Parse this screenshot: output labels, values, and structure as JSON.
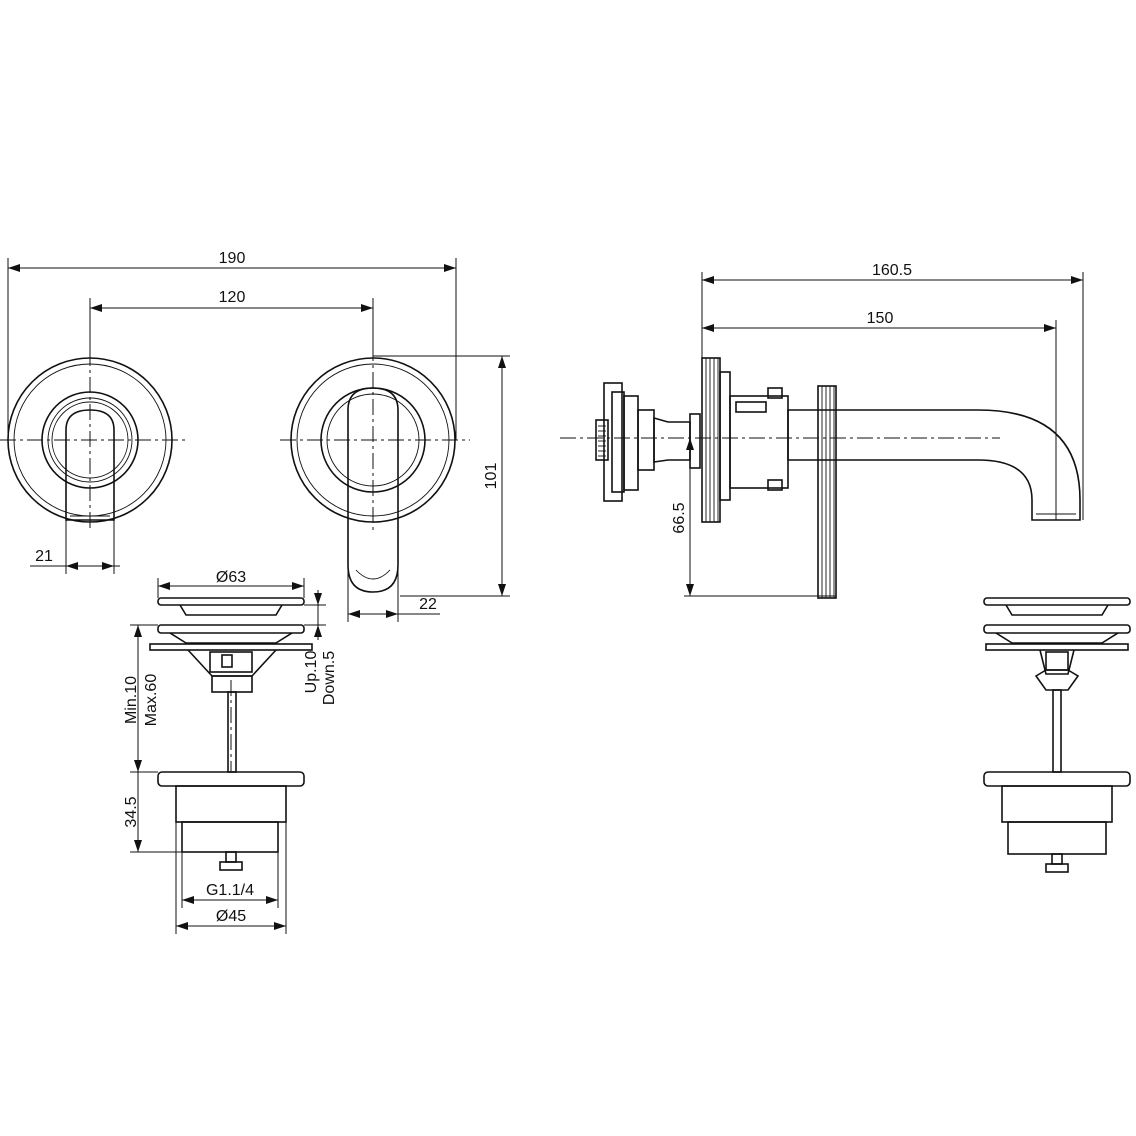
{
  "dimensions": {
    "overall_width": "190",
    "handle_spacing": "120",
    "rosette_height": "101",
    "small_handle_width": "21",
    "lever_width": "22",
    "spout_projection": "160.5",
    "spout_length": "150",
    "spout_drop": "66.5",
    "waste_head_diameter": "Ø63",
    "waste_range_min": "Min.10",
    "waste_range_max": "Max.60",
    "waste_travel_up": "Up.10",
    "waste_travel_down": "Down.5",
    "waste_body_height": "34.5",
    "waste_thread": "G1.1/4",
    "waste_body_diameter": "Ø45"
  }
}
